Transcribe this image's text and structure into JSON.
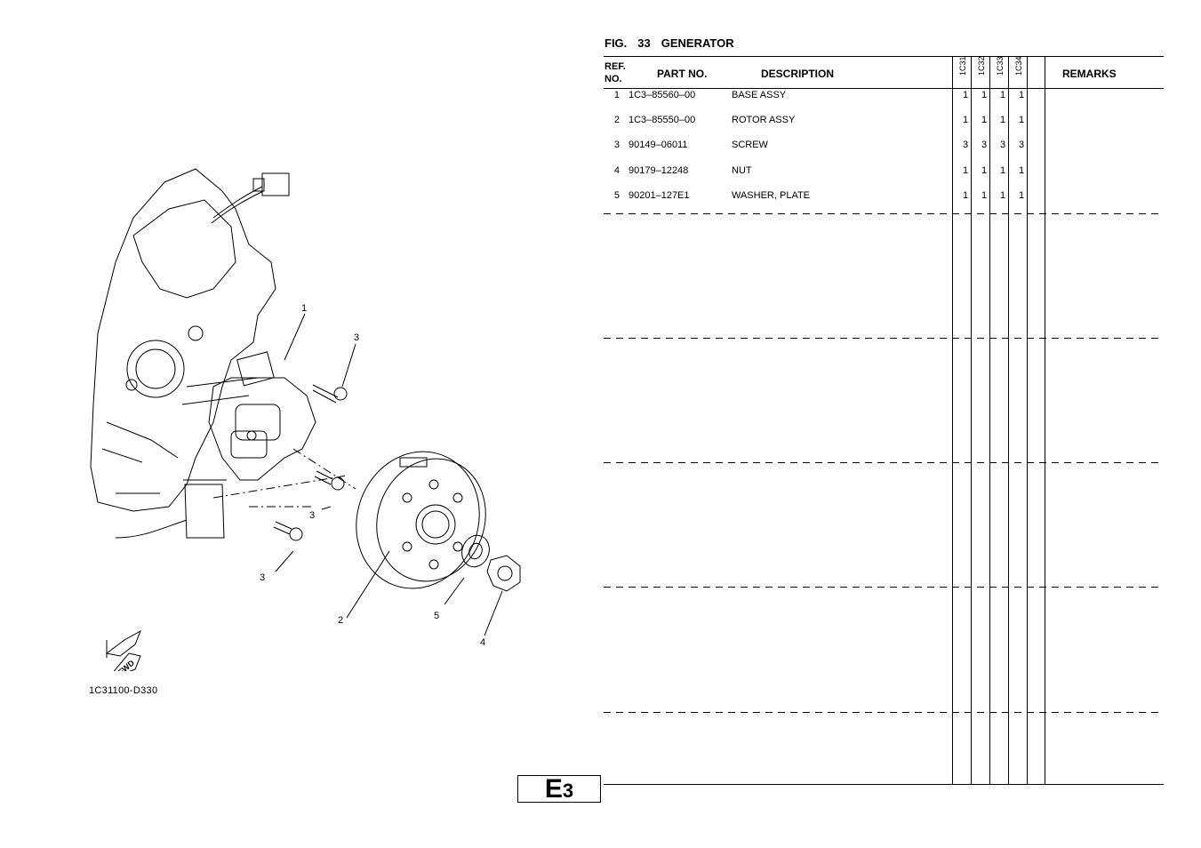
{
  "figure": {
    "fig_label": "FIG.",
    "fig_number": "33",
    "title": "GENERATOR"
  },
  "table": {
    "headers": {
      "ref_no": "REF.\nNO.",
      "part_no": "PART NO.",
      "description": "DESCRIPTION",
      "remarks": "REMARKS"
    },
    "models": [
      "1C31",
      "1C32",
      "1C33",
      "1C34"
    ],
    "rows": [
      {
        "ref": "1",
        "part": "1C3–85560–00",
        "desc": "BASE ASSY",
        "qty": [
          "1",
          "1",
          "1",
          "1"
        ]
      },
      {
        "ref": "2",
        "part": "1C3–85550–00",
        "desc": "ROTOR ASSY",
        "qty": [
          "1",
          "1",
          "1",
          "1"
        ]
      },
      {
        "ref": "3",
        "part": "90149–06011",
        "desc": "SCREW",
        "qty": [
          "3",
          "3",
          "3",
          "3"
        ]
      },
      {
        "ref": "4",
        "part": "90179–12248",
        "desc": "NUT",
        "qty": [
          "1",
          "1",
          "1",
          "1"
        ]
      },
      {
        "ref": "5",
        "part": "90201–127E1",
        "desc": "WASHER, PLATE",
        "qty": [
          "1",
          "1",
          "1",
          "1"
        ]
      }
    ]
  },
  "diagram": {
    "code": "1C31100-D330",
    "callouts": [
      "1",
      "3",
      "3",
      "3",
      "2",
      "5",
      "4"
    ],
    "fwd_label": "FWD"
  },
  "page_badge": {
    "letter": "E",
    "number": "3"
  }
}
